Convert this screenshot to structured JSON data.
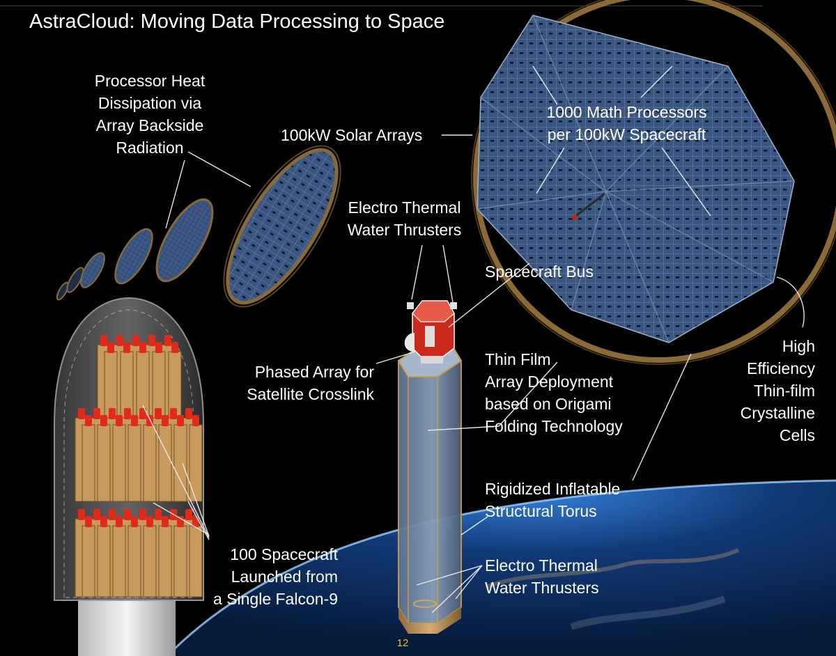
{
  "slide": {
    "title": "AstraCloud: Moving Data Processing to Space",
    "page_number": "12"
  },
  "labels": {
    "heat": "Processor Heat\nDissipation via\nArray Backside\nRadiation",
    "solar_arrays": "100kW Solar Arrays",
    "math_processors": "1000 Math Processors\nper 100kW Spacecraft",
    "thrusters_top": "Electro Thermal\nWater Thrusters",
    "spacecraft_bus": "Spacecraft Bus",
    "phased_array": "Phased Array for\nSatellite Crosslink",
    "thin_film": "Thin Film\nArray Deployment\nbased on Origami\nFolding Technology",
    "high_efficiency": "High\nEfficiency\nThin-film\nCrystalline\nCells",
    "torus": "Rigidized Inflatable\nStructural Torus",
    "spacecraft_count": "100 Spacecraft\nLaunched from\na Single Falcon-9",
    "thrusters_bottom": "Electro Thermal\nWater Thrusters"
  },
  "colors": {
    "background": "#000000",
    "panel_blue": "#3d5a86",
    "ring_gold": "#8a6a36",
    "hex_tan": "#c9a064",
    "thruster_red": "#e02a1a",
    "page_number": "#e8c21a"
  }
}
